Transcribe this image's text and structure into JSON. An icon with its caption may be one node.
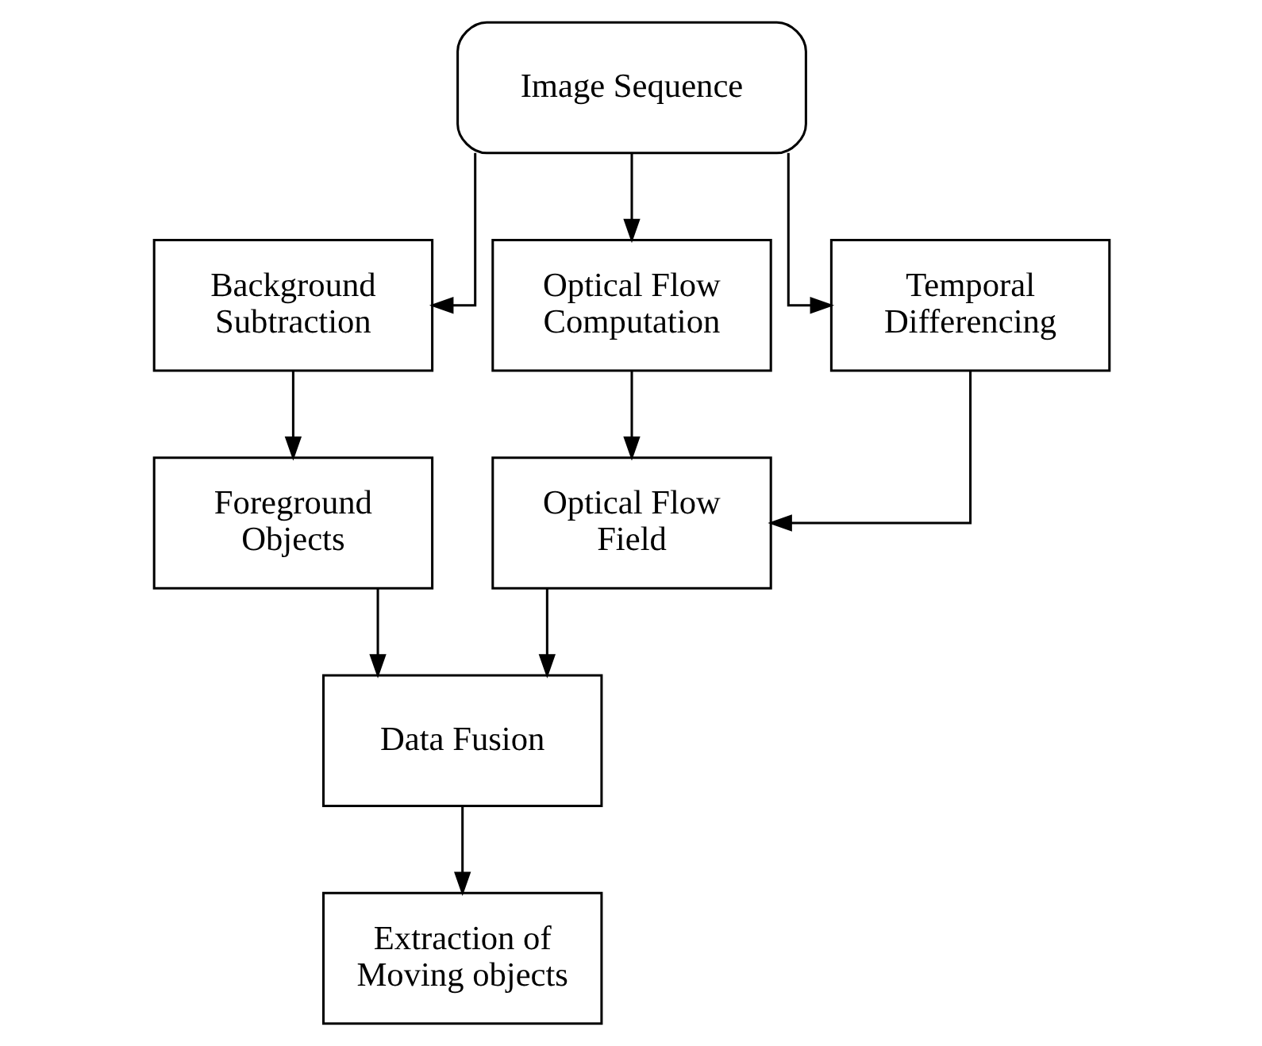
{
  "diagram": {
    "nodes": [
      {
        "text": [
          "Image Sequence"
        ]
      },
      {
        "text": [
          "Background Subtraction"
        ]
      },
      {
        "text": [
          "Optical Flow Computation"
        ]
      },
      {
        "text": [
          "Temporal Differencing"
        ]
      },
      {
        "text": [
          "Foreground Objects"
        ]
      },
      {
        "text": [
          "Optical Flow Field"
        ]
      },
      {
        "text": [
          "Data Fusion"
        ]
      },
      {
        "text": [
          "Extraction of Moving objects"
        ]
      }
    ],
    "edges": [
      {
        "from": 0,
        "to": 1,
        "arrow": "to"
      },
      {
        "from": 0,
        "to": 2,
        "arrow": "to"
      },
      {
        "from": 0,
        "to": 3,
        "arrow": "to"
      },
      {
        "from": 1,
        "to": 4,
        "arrow": "to"
      },
      {
        "from": 2,
        "to": 5,
        "arrow": "to"
      },
      {
        "from": 3,
        "to": 5,
        "arrow": "to"
      },
      {
        "from": 4,
        "to": 6,
        "arrow": "to"
      },
      {
        "from": 5,
        "to": 6,
        "arrow": "to"
      },
      {
        "from": 6,
        "to": 7,
        "arrow": "to"
      }
    ]
  }
}
